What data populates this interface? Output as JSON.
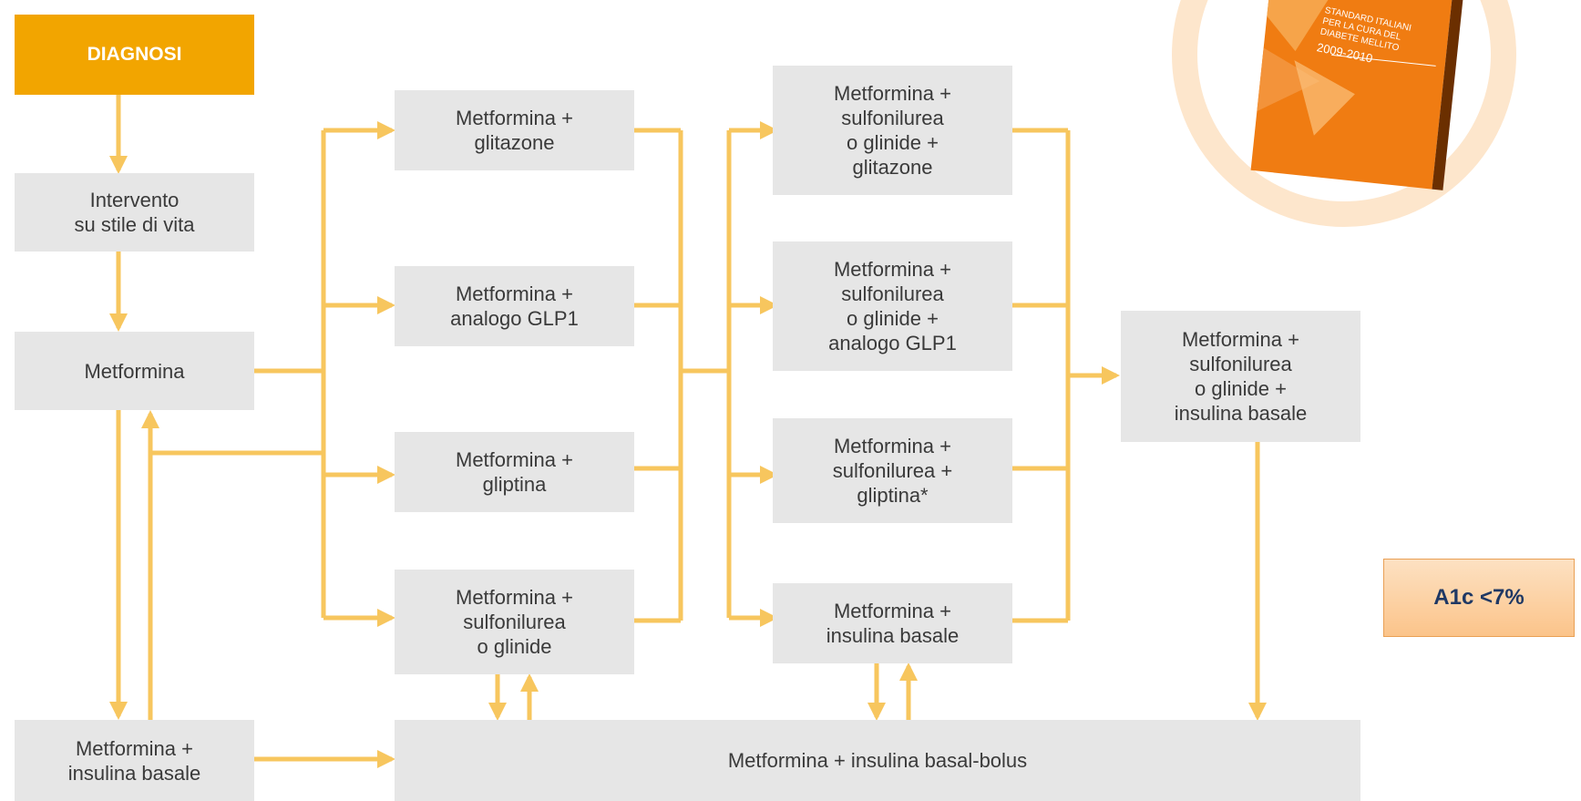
{
  "diagnosi": "DIAGNOSI",
  "boxes": {
    "stile": "Intervento\nsu stile di vita",
    "metformina": "Metformina",
    "met_insulina_basale": "Metformina +\ninsulina basale",
    "met_glitazone": "Metformina +\nglitazone",
    "met_glp1": "Metformina +\nanalogo GLP1",
    "met_gliptina": "Metformina +\ngliptina",
    "met_sulfo": "Metformina +\nsulfonilurea\no glinide",
    "triple_glitazone": "Metformina +\nsulfonilurea\no glinide +\nglitazone",
    "triple_glp1": "Metformina +\nsulfonilurea\no glinide +\nanalogo GLP1",
    "triple_gliptina": "Metformina +\nsulfonilurea +\ngliptina*",
    "met_insulina_basale_2": "Metformina +\ninsulina basale",
    "triple_insulina": "Metformina +\nsulfonilurea\no glinide +\ninsulina basale",
    "basal_bolus": "Metformina + insulina basal-bolus"
  },
  "target_badge": "A1c <7%",
  "cover": {
    "title_lines": [
      "STANDARD ITALIANI",
      "PER LA CURA DEL",
      "DIABETE MELLITO"
    ],
    "years": "2009-2010"
  },
  "colors": {
    "arrow": "#f7c65e",
    "box": "#e6e6e6",
    "diagnosi": "#f2a500",
    "cover": "#f07c12",
    "ring": "#fde6cc"
  }
}
